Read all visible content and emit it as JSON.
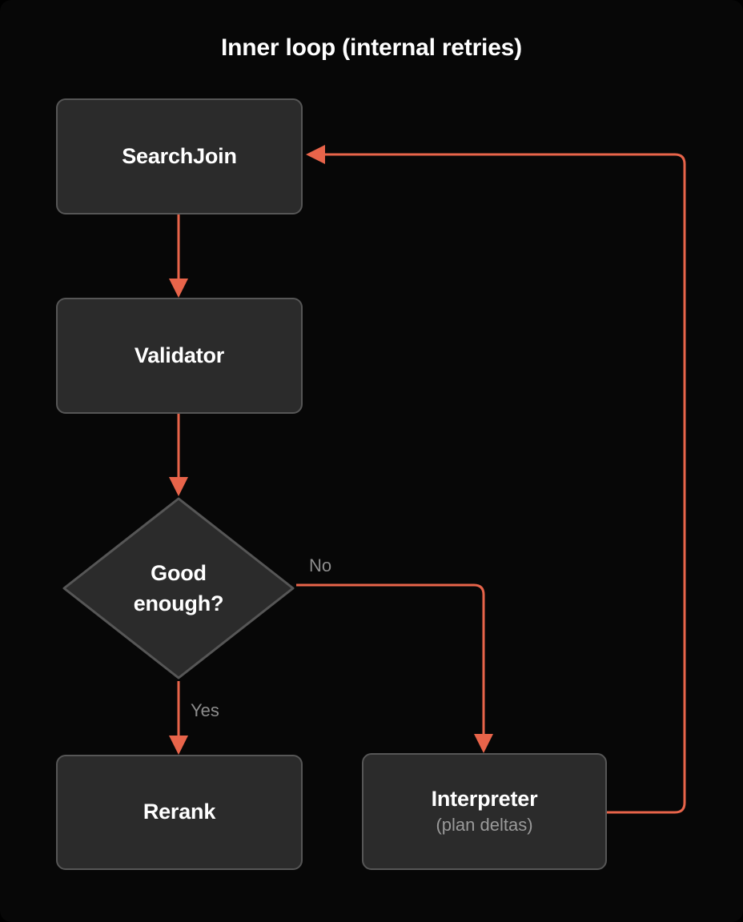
{
  "diagram": {
    "title": "Inner loop (internal retries)",
    "background_color": "#070707",
    "node_fill": "#2b2b2b",
    "node_border": "#565656",
    "edge_color": "#e8644a",
    "label_color": "#8d8d8d",
    "text_color": "#ffffff"
  },
  "nodes": [
    {
      "id": "searchjoin",
      "label": "SearchJoin",
      "sub": "",
      "shape": "rounded-rect"
    },
    {
      "id": "validator",
      "label": "Validator",
      "sub": "",
      "shape": "rounded-rect"
    },
    {
      "id": "decision",
      "label": "Good\nenough?",
      "sub": "",
      "shape": "diamond"
    },
    {
      "id": "rerank",
      "label": "Rerank",
      "sub": "",
      "shape": "rounded-rect"
    },
    {
      "id": "interpreter",
      "label": "Interpreter",
      "sub": "(plan deltas)",
      "shape": "rounded-rect"
    }
  ],
  "edges": [
    {
      "id": "e1",
      "from": "searchjoin",
      "to": "validator",
      "label": ""
    },
    {
      "id": "e2",
      "from": "validator",
      "to": "decision",
      "label": ""
    },
    {
      "id": "e3",
      "from": "decision",
      "to": "rerank",
      "label": "Yes"
    },
    {
      "id": "e4",
      "from": "decision",
      "to": "interpreter",
      "label": "No"
    },
    {
      "id": "e5",
      "from": "interpreter",
      "to": "searchjoin",
      "label": ""
    }
  ],
  "labels": {
    "yes": "Yes",
    "no": "No"
  }
}
